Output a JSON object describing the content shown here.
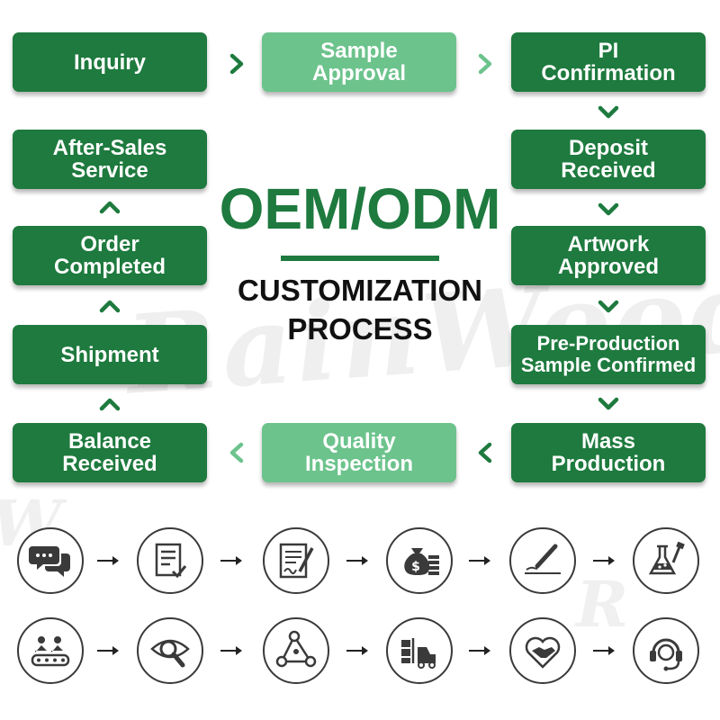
{
  "steps": {
    "inquiry": "Inquiry",
    "sample_approval": "Sample\nApproval",
    "pi_confirmation": "PI\nConfirmation",
    "deposit_received": "Deposit\nReceived",
    "artwork_approved": "Artwork\nApproved",
    "pre_production": "Pre-Production\nSample Confirmed",
    "mass_production": "Mass\nProduction",
    "quality_inspection": "Quality\nInspection",
    "balance_received": "Balance\nReceived",
    "shipment": "Shipment",
    "order_completed": "Order\nCompleted",
    "after_sales": "After-Sales\nService"
  },
  "center": {
    "title": "OEM/ODM",
    "subtitle_line1": "CUSTOMIZATION",
    "subtitle_line2": "PROCESS"
  },
  "watermark": {
    "text": "RainWood"
  },
  "colors": {
    "dark_green": "#1e7a3e",
    "light_green": "#6cc38c",
    "icon_stroke": "#3a3a3a"
  },
  "icons": {
    "row1": [
      "chat-bubbles-icon",
      "checklist-icon",
      "contract-sign-icon",
      "money-bag-coins-icon",
      "pen-sign-icon",
      "lab-flask-icon"
    ],
    "row2": [
      "conveyor-production-icon",
      "eye-magnifier-inspection-icon",
      "triangle-nodes-icon",
      "forklift-warehouse-icon",
      "heart-handshake-icon",
      "headset-support-icon"
    ]
  }
}
